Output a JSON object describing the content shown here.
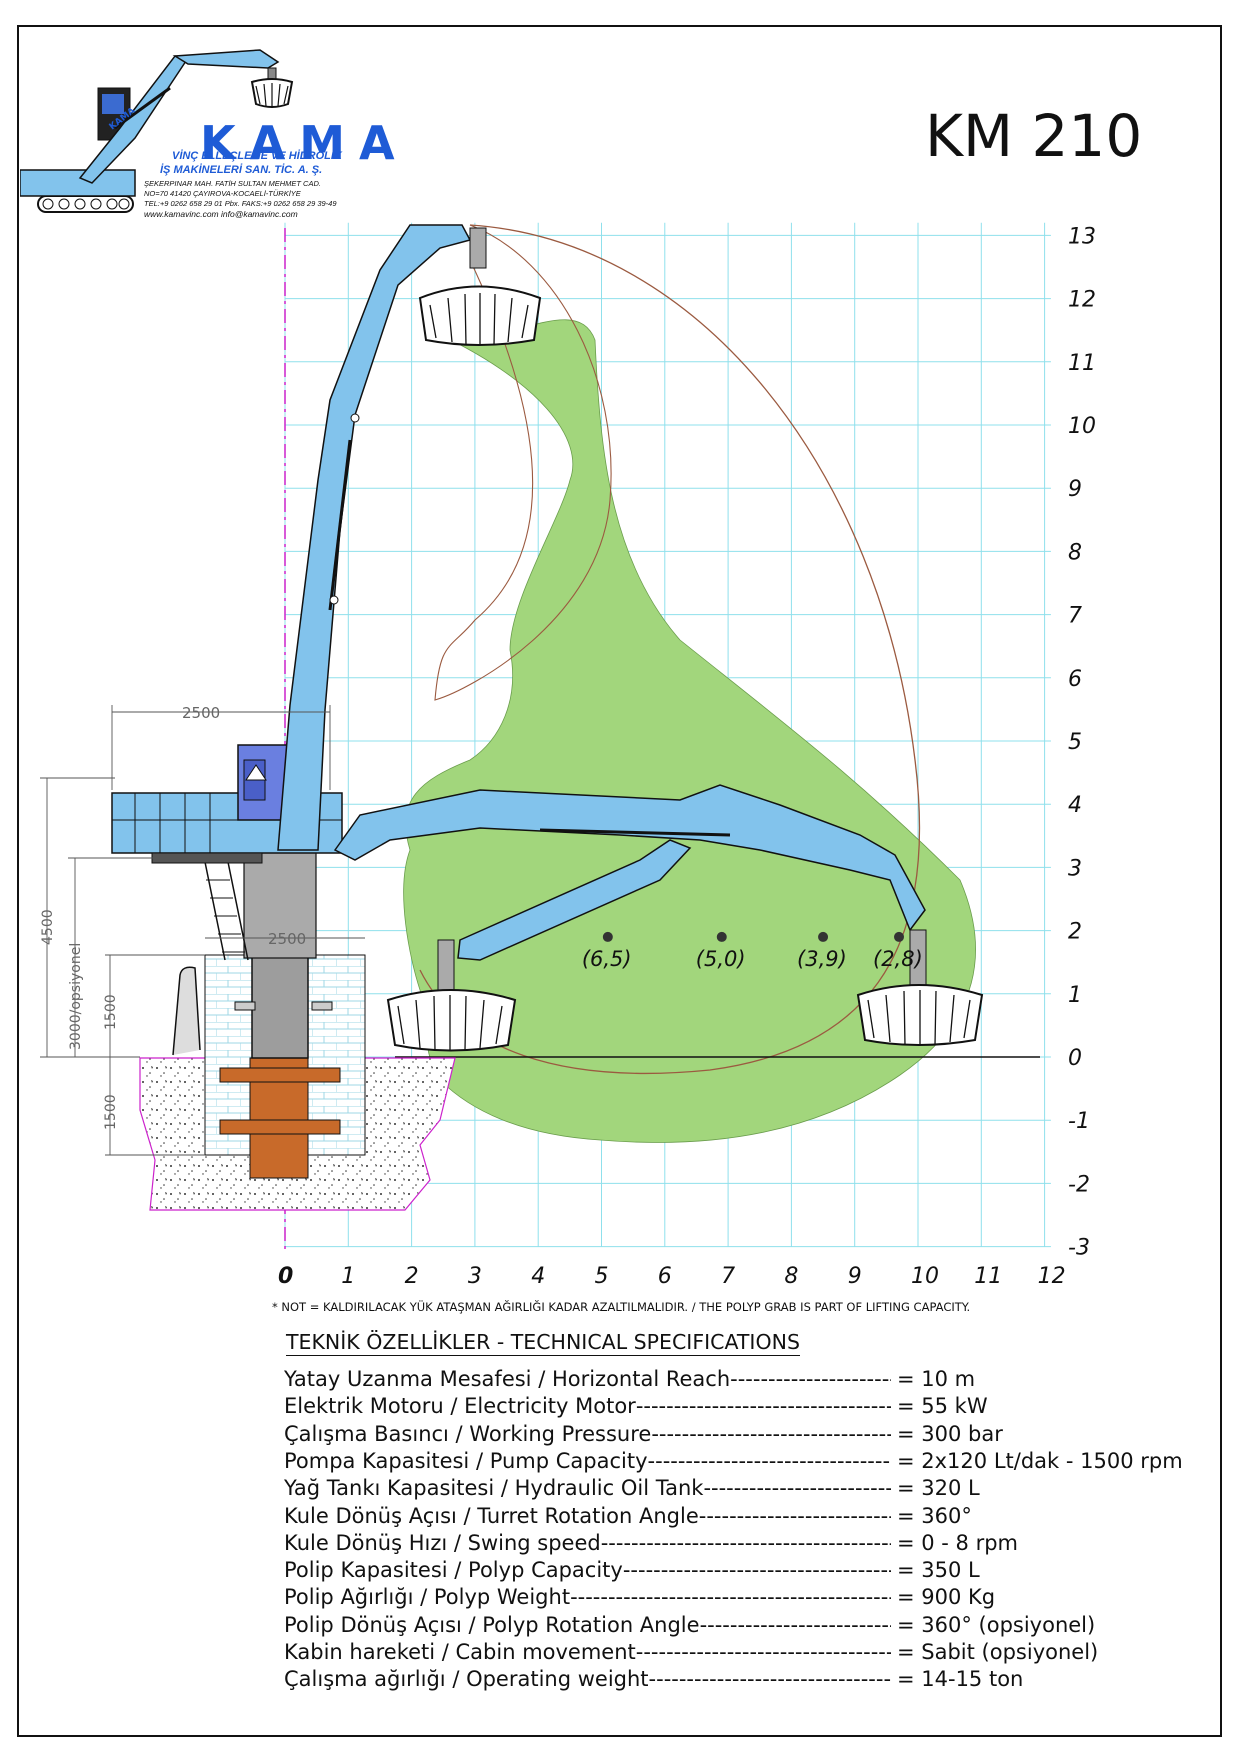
{
  "logo": {
    "brand": "KAMA",
    "line1": "VİNÇ ELLEÇLEME VE HİDROLİK",
    "line2": "İŞ MAKİNELERİ SAN. TİC. A. Ş.",
    "address1": "ŞEKERPINAR MAH. FATİH SULTAN MEHMET CAD.",
    "address2": "NO=70          41420 ÇAYIROVA-KOCAELİ-TÜRKİYE",
    "phone": "TEL:+9 0262 658 29 01 Pbx. FAKS:+9 0262 658 29 39-49",
    "web": "www.kamavinc.com     info@kamavinc.com",
    "boom_label": "KAMA"
  },
  "model": "KM 210",
  "chart": {
    "x_ticks": [
      "0",
      "1",
      "2",
      "3",
      "4",
      "5",
      "6",
      "7",
      "8",
      "9",
      "10",
      "11",
      "12"
    ],
    "y_ticks": [
      "13",
      "12",
      "11",
      "10",
      "9",
      "8",
      "7",
      "6",
      "5",
      "4",
      "3",
      "2",
      "1",
      "0",
      "-1",
      "-2",
      "-3"
    ],
    "capacity_points": [
      {
        "x": 5.1,
        "y": 1.9,
        "label": "(6,5)"
      },
      {
        "x": 6.9,
        "y": 1.9,
        "label": "(5,0)"
      },
      {
        "x": 8.5,
        "y": 1.9,
        "label": "(3,9)"
      },
      {
        "x": 9.7,
        "y": 1.9,
        "label": "(2,8)"
      }
    ],
    "dimensions": {
      "top_width": "2500",
      "column_width": "2500",
      "height_total": "4500",
      "height_column": "3000/opsiyonel",
      "height_pedestal": "1500",
      "depth_foundation": "1500"
    },
    "colors": {
      "work_area": "#a2d67c",
      "machine": "#82c3ec",
      "grid": "#8fe0ec",
      "foundation": "#c86a2a"
    }
  },
  "note": "* NOT = KALDIRILACAK YÜK ATAŞMAN AĞIRLIĞI KADAR AZALTILMALIDIR. / THE POLYP GRAB IS PART OF LIFTING CAPACITY.",
  "specs": {
    "title": "TEKNİK ÖZELLİKLER - TECHNICAL SPECIFICATIONS",
    "rows": [
      {
        "label": "Yatay Uzanma Mesafesi / Horizontal Reach",
        "value": "= 10 m"
      },
      {
        "label": "Elektrik Motoru / Electricity Motor",
        "value": "= 55 kW"
      },
      {
        "label": "Çalışma Basıncı / Working Pressure",
        "value": "= 300 bar"
      },
      {
        "label": "Pompa Kapasitesi / Pump Capacity",
        "value": "= 2x120 Lt/dak - 1500 rpm"
      },
      {
        "label": "Yağ Tankı Kapasitesi / Hydraulic Oil Tank",
        "value": "= 320 L"
      },
      {
        "label": "Kule Dönüş Açısı / Turret Rotation Angle",
        "value": "= 360°"
      },
      {
        "label": "Kule Dönüş Hızı / Swing speed",
        "value": "= 0 - 8 rpm"
      },
      {
        "label": "Polip Kapasitesi / Polyp Capacity",
        "value": "= 350 L"
      },
      {
        "label": "Polip Ağırlığı / Polyp Weight",
        "value": "= 900 Kg"
      },
      {
        "label": "Polip Dönüş Açısı / Polyp Rotation Angle",
        "value": "= 360° (opsiyonel)"
      },
      {
        "label": "Kabin hareketi / Cabin movement",
        "value": "= Sabit (opsiyonel)"
      },
      {
        "label": "Çalışma ağırlığı / Operating weight",
        "value": "= 14-15 ton"
      }
    ]
  }
}
